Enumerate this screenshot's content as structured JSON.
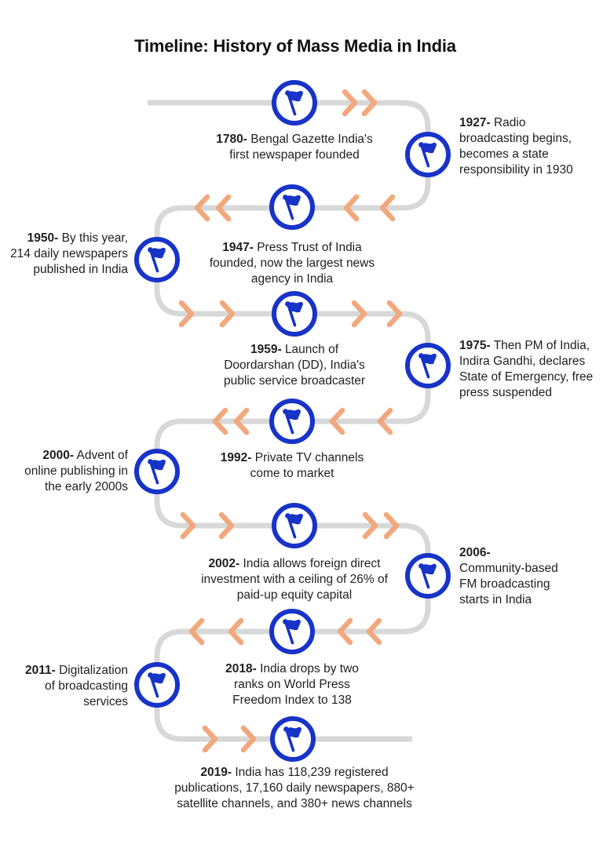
{
  "title": "Timeline: History of Mass Media in India",
  "colors": {
    "flag-blue": "#1733C8",
    "line-gray": "#D8D8D8",
    "chevron-orange": "#F2A87D",
    "text-dark": "#1F1F1F",
    "title-black": "#111111"
  },
  "icons": {
    "flag-icon": "⚑ blue flag on pole inside blue ring circle",
    "chevron-icon": "» orange chevron arrow showing timeline direction"
  },
  "events": [
    {
      "year": "1780-",
      "description": [
        "Bengal Gazette India's",
        "first newspaper founded"
      ]
    },
    {
      "year": "1927-",
      "description": [
        "Radio",
        "broadcasting begins,",
        "becomes a state",
        "responsibility in 1930"
      ]
    },
    {
      "year": "1947-",
      "description": [
        "Press Trust of India",
        "founded, now the largest news",
        "agency in India"
      ]
    },
    {
      "year": "1950-",
      "description": [
        "By this year,",
        "214 daily newspapers",
        "published in India"
      ]
    },
    {
      "year": "1959-",
      "description": [
        "Launch of",
        "Doordarshan (DD), India's",
        "public service broadcaster"
      ]
    },
    {
      "year": "1975-",
      "description": [
        "Then PM of India,",
        "Indira Gandhi, declares",
        "State of Emergency, free",
        "press suspended"
      ]
    },
    {
      "year": "1992-",
      "description": [
        "Private TV channels",
        "come to market"
      ]
    },
    {
      "year": "2000-",
      "description": [
        "Advent of",
        "online publishing in",
        "the early 2000s"
      ]
    },
    {
      "year": "2002-",
      "description": [
        "India allows foreign direct",
        "investment with a ceiling of 26% of",
        "paid-up equity capital"
      ]
    },
    {
      "year": "2006-",
      "description": [
        "",
        "Community-based",
        "FM broadcasting",
        "starts in India"
      ]
    },
    {
      "year": "2011-",
      "description": [
        "Digitalization",
        "of broadcasting",
        "services"
      ]
    },
    {
      "year": "2018-",
      "description": [
        "India drops by two",
        "ranks on World Press",
        "Freedom Index to 138"
      ]
    },
    {
      "year": "2019-",
      "description": [
        "India has 118,239 registered",
        "publications, 17,160 daily newspapers, 880+",
        "satellite channels, and 380+ news channels"
      ]
    }
  ]
}
